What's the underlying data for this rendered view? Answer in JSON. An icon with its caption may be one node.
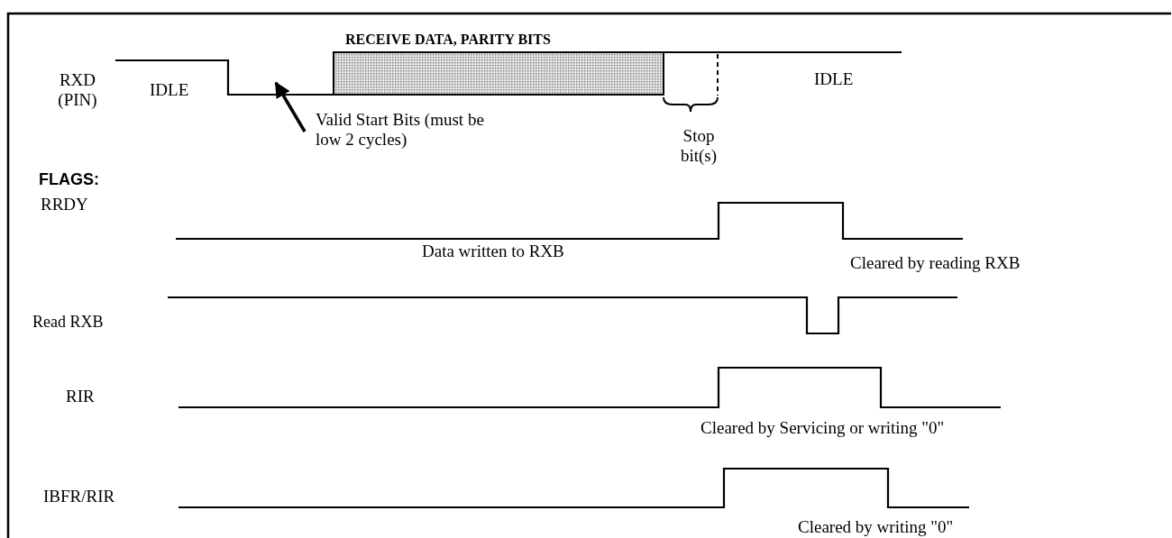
{
  "diagram": {
    "nodes": [
      {
        "text": [
          "Valid Start Bits (must be low 2 cycles)"
        ]
      },
      {
        "text": [],
        "shape": "line"
      }
    ],
    "edges": [
      {
        "from": 0,
        "to": 1,
        "arrow": "to"
      }
    ],
    "labels": [
      "RECEIVE DATA, PARITY BITS",
      "RXD (PIN)",
      "IDLE",
      "IDLE",
      "Stop bit(s)",
      "FLAGS:",
      "RRDY",
      "Data written to RXB",
      "Cleared by reading RXB",
      "Read RXB",
      "RIR",
      "Cleared by Servicing or writing \"0\"",
      "IBFR/RIR",
      "Cleared by writing \"0\""
    ]
  }
}
